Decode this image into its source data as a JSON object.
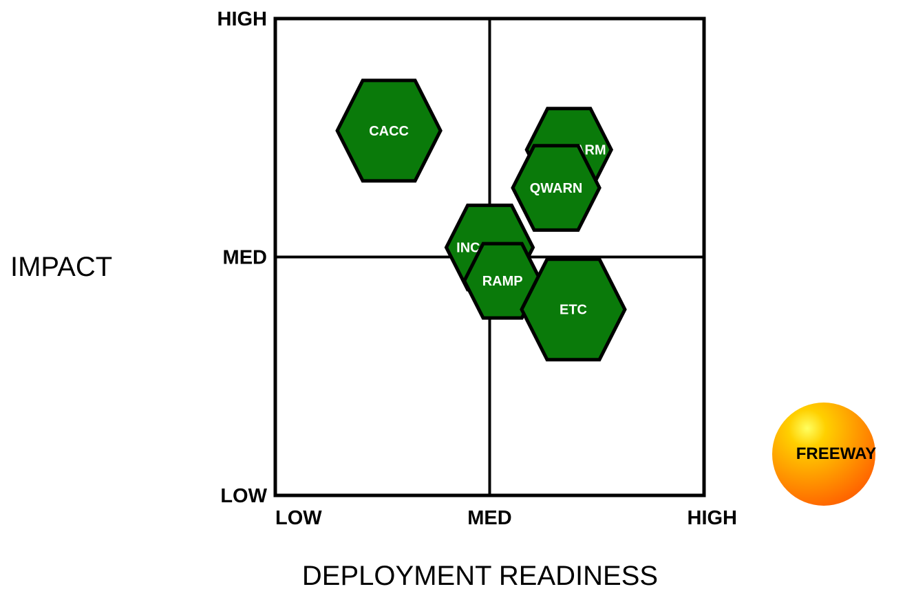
{
  "axes": {
    "y_title": "IMPACT",
    "x_title": "DEPLOYMENT READINESS",
    "y_ticks": [
      "LOW",
      "MED",
      "HIGH"
    ],
    "x_ticks": [
      "LOW",
      "MED",
      "HIGH"
    ]
  },
  "badge": {
    "label": "FREEWAY"
  },
  "colors": {
    "hex_fill": "#0a7a0a",
    "hex_stroke": "#000000",
    "hex_text": "#ffffff",
    "grid": "#000000"
  },
  "chart_data": {
    "type": "scatter",
    "xlabel": "DEPLOYMENT READINESS",
    "ylabel": "IMPACT",
    "x_categories": [
      "LOW",
      "MED",
      "HIGH"
    ],
    "y_categories": [
      "LOW",
      "MED",
      "HIGH"
    ],
    "xlim": [
      0,
      2
    ],
    "ylim": [
      0,
      2
    ],
    "grid": true,
    "marker": "hexagon",
    "points": [
      {
        "label": "CACC",
        "x": 0.53,
        "y": 1.53,
        "size": 1.0
      },
      {
        "label": "SPD-HARM",
        "x": 1.37,
        "y": 1.45,
        "size": 0.82
      },
      {
        "label": "QWARN",
        "x": 1.31,
        "y": 1.29,
        "size": 0.84
      },
      {
        "label": "INC-ZONE",
        "x": 1.0,
        "y": 1.04,
        "size": 0.84
      },
      {
        "label": "RAMP",
        "x": 1.06,
        "y": 0.9,
        "size": 0.74
      },
      {
        "label": "ETC",
        "x": 1.39,
        "y": 0.78,
        "size": 1.0
      }
    ]
  }
}
